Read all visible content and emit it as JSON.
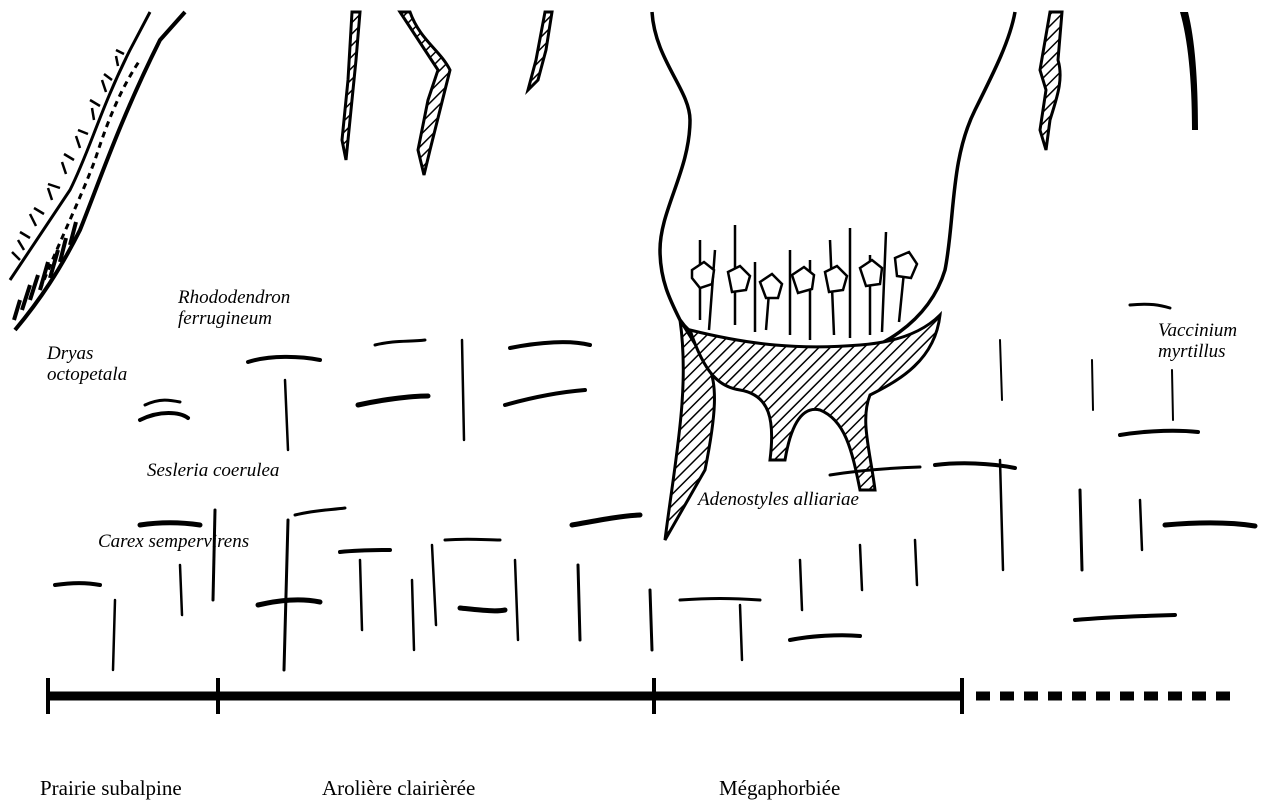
{
  "species_labels": {
    "rhododendron_line1": "Rhododendron",
    "rhododendron_line2": "ferrugineum",
    "dryas_line1": "Dryas",
    "dryas_line2": "octopetala",
    "sesleria": "Sesleria coerulea",
    "carex": "Carex sempervirens",
    "adenostyles": "Adenostyles alliariae",
    "vaccinium_line1": "Vaccinium",
    "vaccinium_line2": "myrtillus"
  },
  "zones": [
    {
      "label": "Prairie subalpine"
    },
    {
      "label": "Arolière clairièrée"
    },
    {
      "label": "Mégaphorbiée"
    }
  ]
}
